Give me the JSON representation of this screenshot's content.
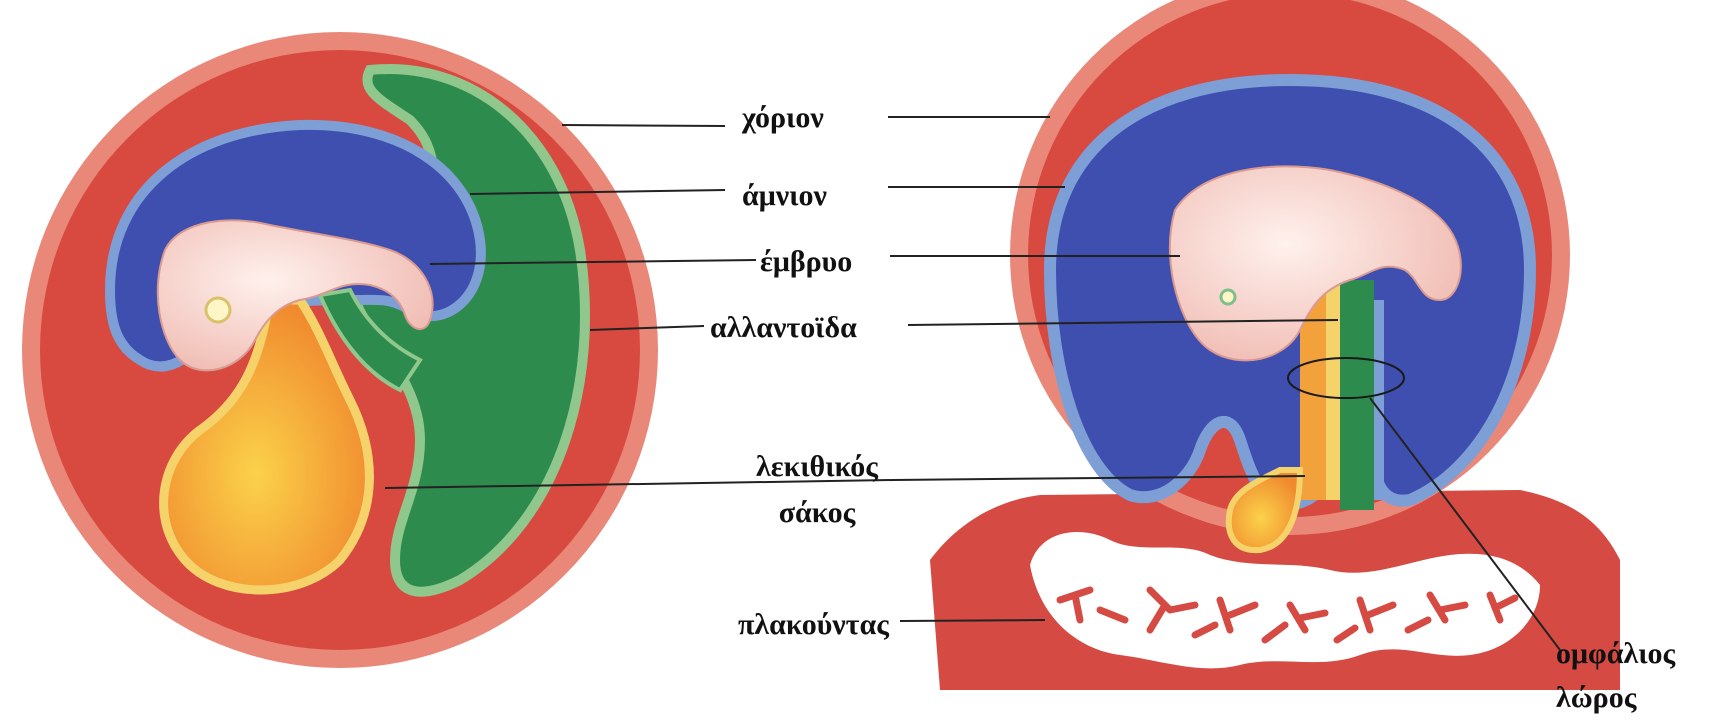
{
  "colors": {
    "chorion": "#d9534a",
    "chorion_light": "#ee8a76",
    "amnion_cavity": "#3f4fb0",
    "amnion_edge": "#7e9fd6",
    "allantois": "#2e8b4e",
    "allantois_edge": "#8fc78c",
    "yolk": "#f3a13b",
    "yolk_edge": "#f5d36a",
    "embryo": "#f6d3cc",
    "placenta_white": "#ffffff",
    "line": "#222222"
  },
  "labels": {
    "chorion": "χόριον",
    "amnion": "άμνιον",
    "embryo": "έμβρυο",
    "allantois": "αλλαντοϊδα",
    "yolk_sac_line1": "λεκιθικός",
    "yolk_sac_line2": "σάκος",
    "placenta": "πλακούντας",
    "umbilical_line1": "ομφάλιος",
    "umbilical_line2": "λώρος"
  }
}
